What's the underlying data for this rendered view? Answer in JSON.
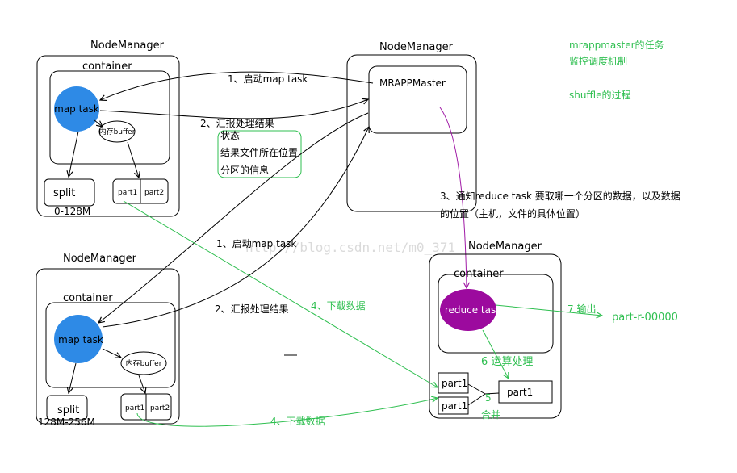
{
  "title_notes": {
    "task_title": "mrappmaster的任务",
    "task_detail": "监控调度机制",
    "shuffle": "shuffle的过程"
  },
  "map_node_1": {
    "title": "NodeManager",
    "container": "container",
    "task": "map task",
    "buffer": "内存buffer",
    "split": "split",
    "part1": "part1",
    "part2": "part2",
    "range": "0-128M"
  },
  "master_node": {
    "title": "NodeManager",
    "app": "MRAPPMaster"
  },
  "map_node_2": {
    "title": "NodeManager",
    "container": "container",
    "task": "map task",
    "buffer": "内存buffer",
    "split": "split",
    "part1": "part1",
    "part2": "part2",
    "range": "128M-256M"
  },
  "reduce_node": {
    "title": "NodeManager",
    "container": "container",
    "task": "reduce task",
    "fetched_part_a": "part1",
    "fetched_part_b": "part1",
    "merged_part": "part1"
  },
  "steps": {
    "start_map_top": "1、启动map task",
    "report_top": "2、汇报处理结果",
    "report_details": [
      "状态",
      "结果文件所在位置",
      "分区的信息"
    ],
    "start_map_bottom": "1、启动map task",
    "report_bottom": "2、汇报处理结果",
    "notify_line_1": "3、通知reduce task 要取哪一个分区的数据，以及数据",
    "notify_line_2": "的位置（主机，文件的具体位置）",
    "download_top": "4、下载数据",
    "download_bottom": "4、下载数据",
    "merge_step": "5",
    "merge_label": "合并",
    "compute": "6 运算处理",
    "output": "7 输出",
    "output_file": "part-r-00000"
  },
  "watermark": "http://blog.csdn.net/m0_371",
  "colors": {
    "map_task": "#2e8ae6",
    "reduce_task": "#9c0a9e",
    "reduce_task_text": "#ffffff",
    "annotation_green": "#2fbf50",
    "notify_arrow": "#a01aa6"
  }
}
